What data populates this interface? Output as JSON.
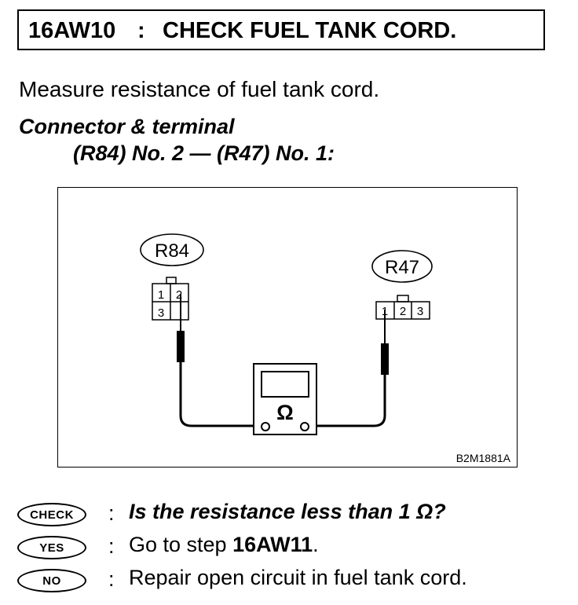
{
  "header": {
    "step_code": "16AW10",
    "colon": ":",
    "title": "CHECK FUEL TANK CORD."
  },
  "instruction": "Measure resistance of fuel tank cord.",
  "connector_section": {
    "heading": "Connector & terminal",
    "value": "(R84) No. 2 — (R47) No. 1:"
  },
  "diagram": {
    "connector_left": {
      "label": "R84",
      "terminals": [
        "1",
        "2",
        "3"
      ]
    },
    "connector_right": {
      "label": "R47",
      "terminals": [
        "1",
        "2",
        "3"
      ]
    },
    "meter_symbol": "Ω",
    "figure_code": "B2M1881A"
  },
  "results": {
    "check": {
      "badge": "CHECK",
      "colon": ":",
      "text": "Is the resistance less than 1 Ω?"
    },
    "yes": {
      "badge": "YES",
      "colon": ":",
      "prefix": "Go to step ",
      "step": "16AW11",
      "suffix": "."
    },
    "no": {
      "badge": "NO",
      "colon": ":",
      "text": "Repair open circuit in fuel tank cord."
    }
  }
}
